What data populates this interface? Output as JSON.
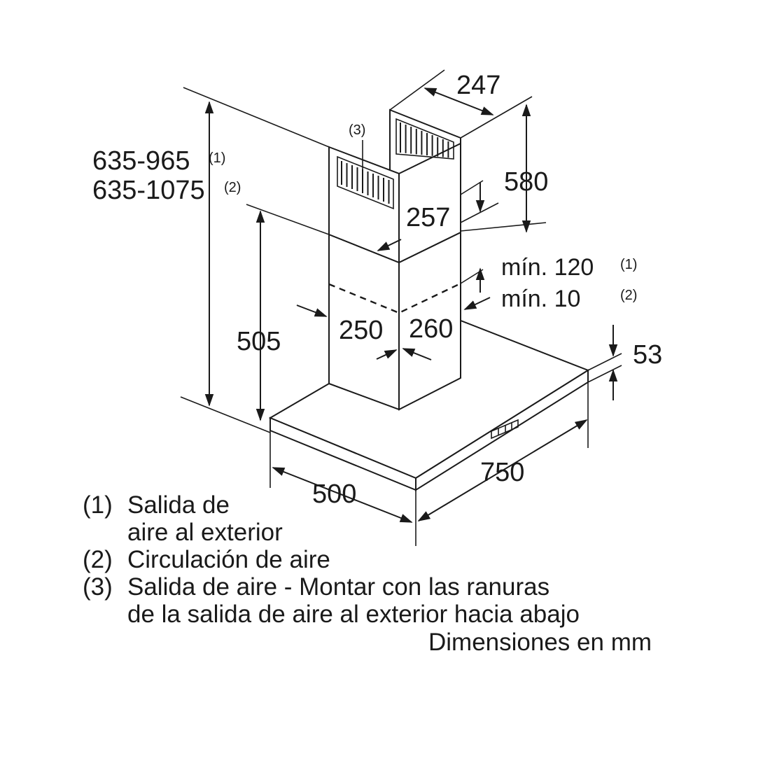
{
  "dimensions": {
    "height_1": "635-965",
    "height_1_ref": "(1)",
    "height_2": "635-1075",
    "height_2_ref": "(2)",
    "upper_chimney_depth": "247",
    "upper_chimney_height": "580",
    "upper_chimney_width": "257",
    "chimney_ref": "(3)",
    "min_gap_1": "mín. 120",
    "min_gap_1_ref": "(1)",
    "min_gap_2": "mín. 10",
    "min_gap_2_ref": "(2)",
    "lower_chimney_height": "505",
    "lower_chimney_width": "250",
    "lower_chimney_depth": "260",
    "canopy_thickness": "53",
    "canopy_width": "750",
    "canopy_depth": "500"
  },
  "legend": [
    {
      "num": "(1)",
      "lines": [
        "Salida de",
        "aire al exterior"
      ]
    },
    {
      "num": "(2)",
      "lines": [
        "Circulación de aire"
      ]
    },
    {
      "num": "(3)",
      "lines": [
        "Salida de aire - Montar con las ranuras",
        "de la salida de aire al exterior hacia abajo"
      ]
    }
  ],
  "units_note": "Dimensiones en mm"
}
